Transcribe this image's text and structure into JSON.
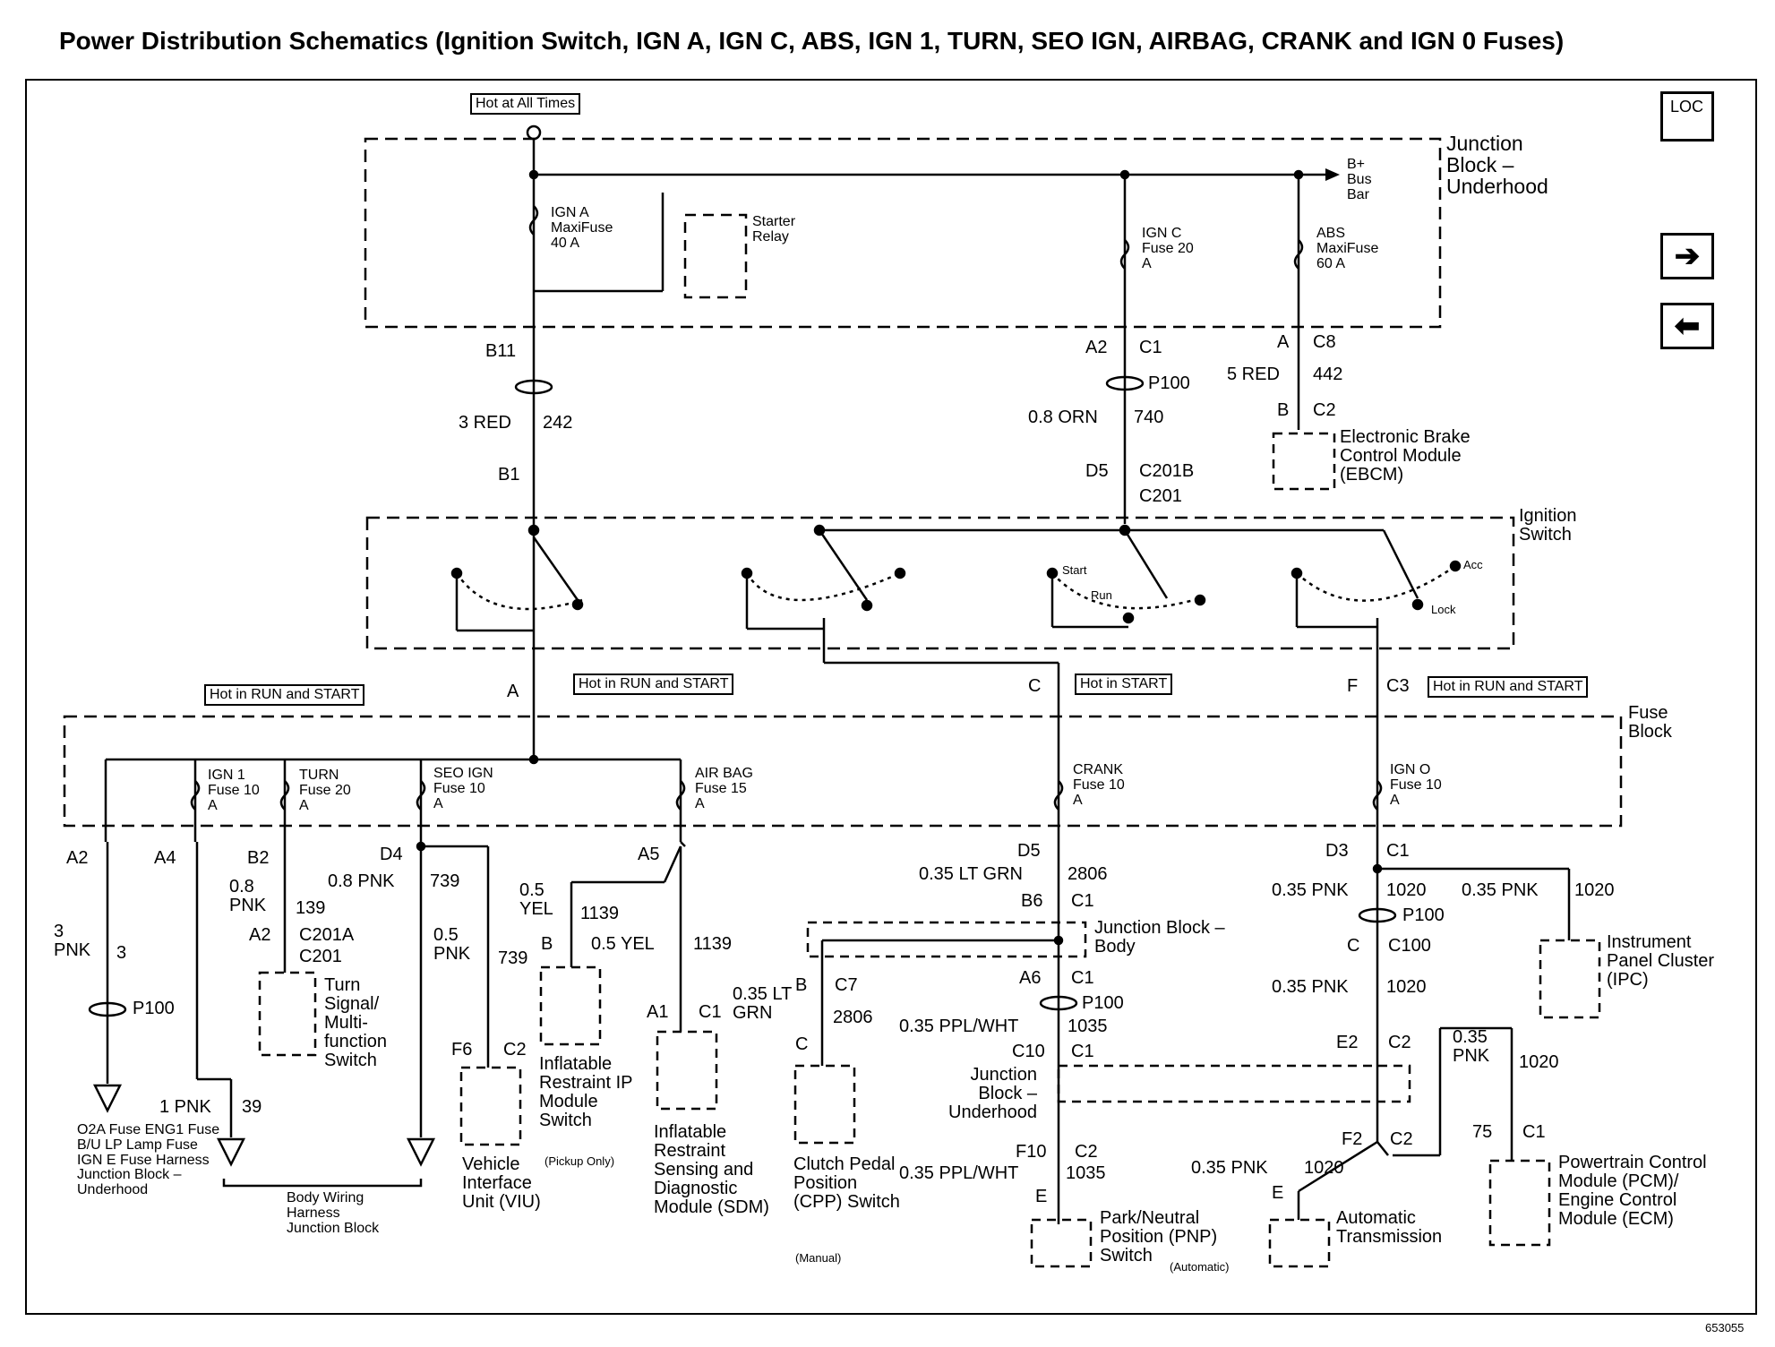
{
  "title": "Power Distribution Schematics (Ignition Switch, IGN A, IGN C, ABS, IGN 1, TURN, SEO IGN, AIRBAG, CRANK and IGN 0 Fuses)",
  "nav": {
    "loc": "LOC",
    "forward_icon": "arrow-right-icon",
    "back_icon": "arrow-left-icon"
  },
  "power_boxes": {
    "hot_all": "Hot at All Times",
    "hot_run_start_left": "Hot in RUN and START",
    "hot_run_start_a": "Hot in RUN and START",
    "hot_start": "Hot in START",
    "hot_run_start_f": "Hot in RUN and START"
  },
  "junction_block_underhood": {
    "label": "Junction Block – Underhood",
    "ign_a": "IGN A MaxiFuse 40 A",
    "starter": "Starter Relay",
    "ign_c": "IGN C Fuse 20 A",
    "abs": "ABS MaxiFuse 60 A",
    "bus": "B+ Bus Bar"
  },
  "conn": {
    "b11": "B11",
    "a2c1": "A2",
    "c1": "C1",
    "p100a": "P100",
    "ac8": "A",
    "c8": "C8",
    "w5red": "5 RED",
    "w442": "442",
    "bc2": "B",
    "c2": "C2",
    "w3red": "3 RED",
    "w242": "242",
    "w08orn": "0.8 ORN",
    "w740": "740",
    "b1": "B1",
    "d5": "D5",
    "c201b": "C201B",
    "c201": "C201"
  },
  "ebcm": "Electronic Brake Control Module (EBCM)",
  "ignition_switch": {
    "label": "Ignition Switch",
    "start": "Start",
    "run": "Run",
    "acc": "Acc",
    "lock": "Lock"
  },
  "fuse_block": {
    "label": "Fuse Block",
    "A": "A",
    "C": "C",
    "F": "F",
    "C3": "C3",
    "ign1": "IGN 1 Fuse 10 A",
    "turn": "TURN Fuse 20 A",
    "seo": "SEO IGN Fuse 10 A",
    "airbag": "AIR BAG Fuse 15 A",
    "crank": "CRANK Fuse 10 A",
    "ign0": "IGN O Fuse 10 A"
  },
  "outputs": {
    "a2": "A2",
    "a4": "A4",
    "b2": "B2",
    "d4": "D4",
    "a5": "A5",
    "d5": "D5",
    "d3": "D3",
    "c1": "C1",
    "w3pnk": "3 PNK",
    "w3": "3",
    "p100": "P100",
    "w08pnk_b2": "0.8 PNK",
    "w139": "139",
    "a2b": "A2",
    "c201a": "C201A",
    "c201": "C201",
    "turn_switch": "Turn Signal/ Multi- function Switch",
    "w08pnk": "0.8 PNK",
    "w739": "739",
    "w05pnk": "0.5 PNK",
    "w739b": "739",
    "f6": "F6",
    "c2": "C2",
    "viu": "Vehicle Interface Unit (VIU)",
    "w05yel": "0.5 YEL",
    "w1139": "1139",
    "bconn": "B",
    "w05yel2": "0.5 YEL",
    "w1139b": "1139",
    "ip_module": "Inflatable Restraint IP Module Switch",
    "pickup": "(Pickup Only)",
    "a1": "A1",
    "c1b": "C1",
    "sdm": "Inflatable Restraint Sensing and Diagnostic Module (SDM)",
    "w1pnk": "1 PNK",
    "w39": "39",
    "o2a": "O2A Fuse ENG1 Fuse B/U LP Lamp Fuse IGN E Fuse Harness Junction Block – Underhood",
    "bodywiring": "Body Wiring Harness Junction Block",
    "ltgrn": "0.35 LT GRN",
    "w2806": "2806",
    "b6": "B6",
    "c1c": "C1",
    "jbbody": "Junction Block – Body",
    "bc7": "B",
    "c7": "C7",
    "ltgrn2": "0.35 LT GRN",
    "w2806b": "2806",
    "cc": "C",
    "cpp": "Clutch Pedal Position (CPP) Switch",
    "manual": "(Manual)",
    "a6": "A6",
    "c1d": "C1",
    "p100c": "P100",
    "ppl": "0.35 PPL/WHT",
    "w1035": "1035",
    "c10": "C10",
    "c1e": "C1",
    "jbunder": "Junction Block – Underhood",
    "f10": "F10",
    "c2b": "C2",
    "ppl2": "0.35 PPL/WHT",
    "w1035b": "1035",
    "e1": "E",
    "pnp": "Park/Neutral Position (PNP) Switch",
    "auto": "(Automatic)",
    "pnk1020a": "0.35 PNK",
    "w1020a": "1020",
    "pnk1020b": "0.35 PNK",
    "w1020b": "1020",
    "p100d": "P100",
    "cc100": "C",
    "c100": "C100",
    "pnk1020c": "0.35 PNK",
    "w1020c": "1020",
    "e2": "E2",
    "c2c": "C2",
    "f2": "F2",
    "c2d": "C2",
    "pnk1020d": "0.35 PNK",
    "w1020d": "1020",
    "e2b": "E",
    "trans": "Automatic Transmission",
    "pnk1020e": "0.35 PNK",
    "w1020e": "1020",
    "c75": "75",
    "c1f": "C1",
    "ipc": "Instrument Panel Cluster (IPC)",
    "pcm": "Powertrain Control Module (PCM)/ Engine Control Module (ECM)"
  },
  "figure_number": "653055"
}
